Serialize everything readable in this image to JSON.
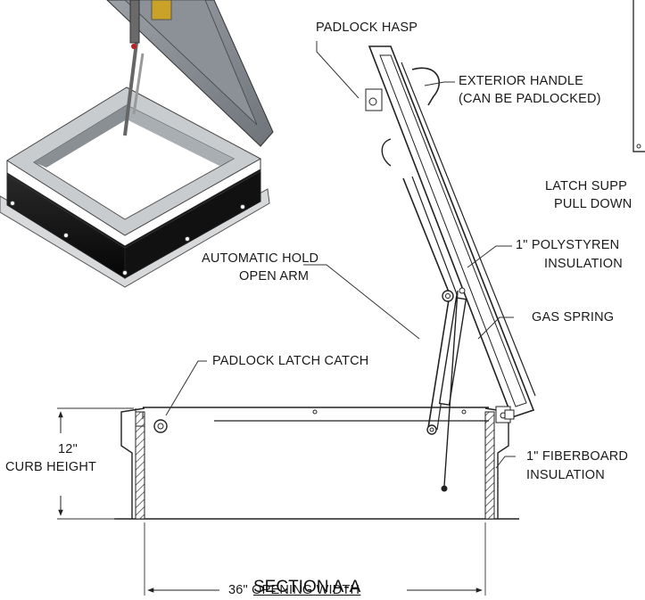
{
  "labels": {
    "padlock_hasp": "PADLOCK HASP",
    "exterior_handle_1": "EXTERIOR HANDLE",
    "exterior_handle_2": "(CAN BE PADLOCKED)",
    "latch_supp_1": "LATCH SUPP",
    "latch_supp_2": "PULL DOWN",
    "polystyrene_1": "1\" POLYSTYREN",
    "polystyrene_2": "INSULATION",
    "hold_open_1": "AUTOMATIC HOLD",
    "hold_open_2": "OPEN ARM",
    "gas_spring": "GAS SPRING",
    "padlock_latch": "PADLOCK LATCH CATCH",
    "curb_height_1": "12\"",
    "curb_height_2": "CURB HEIGHT",
    "fiberboard_1": "1\" FIBERBOARD",
    "fiberboard_2": "INSULATION",
    "opening_width": "36\" OPENING WIDTH",
    "section_title": "SECTION A-A"
  }
}
